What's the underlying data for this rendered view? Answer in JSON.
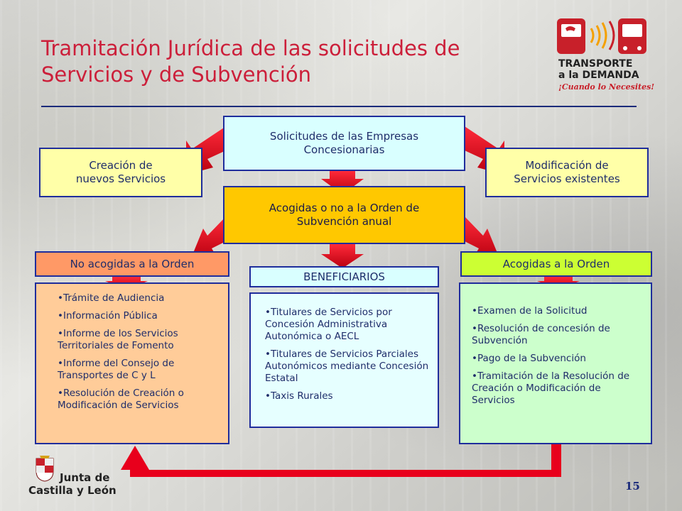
{
  "slide": {
    "title_line1": "Tramitación Jurídica de las solicitudes de",
    "title_line2": "Servicios y de Subvención",
    "page_number": "15"
  },
  "logo_tad": {
    "line1": "TRANSPORTE",
    "line2": "a la DEMANDA",
    "tagline": "¡Cuando lo Necesites!"
  },
  "logo_jcyl": {
    "line1": "Junta de",
    "line2": "Castilla y León"
  },
  "boxes": {
    "solicitudes": [
      "Solicitudes de las Empresas",
      "Concesionarias"
    ],
    "creacion": [
      "Creación de",
      "nuevos Servicios"
    ],
    "modificacion": [
      "Modificación de",
      "Servicios existentes"
    ],
    "acogidas_question": [
      "Acogidas o no a la Orden de",
      "Subvención anual"
    ],
    "no_acogidas": "No acogidas a la Orden",
    "acogidas": "Acogidas a la Orden",
    "beneficiarios": "BENEFICIARIOS"
  },
  "lists": {
    "no_acogidas_items": [
      "Trámite de Audiencia",
      "Información Pública",
      "Informe de los Servicios Territoriales de Fomento",
      "Informe del Consejo de Transportes de C y L",
      "Resolución de Creación o Modificación de Servicios"
    ],
    "beneficiarios_items": [
      "Titulares de Servicios por Concesión Administrativa Autonómica o AECL",
      "Titulares de Servicios Parciales Autonómicos mediante Concesión Estatal",
      "Taxis Rurales"
    ],
    "acogidas_items": [
      "Examen de la Solicitud",
      "Resolución de concesión de Subvención",
      "Pago de la Subvención",
      "Tramitación de la Resolución de Creación o Modificación de Servicios"
    ]
  },
  "colors": {
    "title": "#cc1f3a",
    "arrow": "#e8001c",
    "border": "#1f2d9c"
  }
}
